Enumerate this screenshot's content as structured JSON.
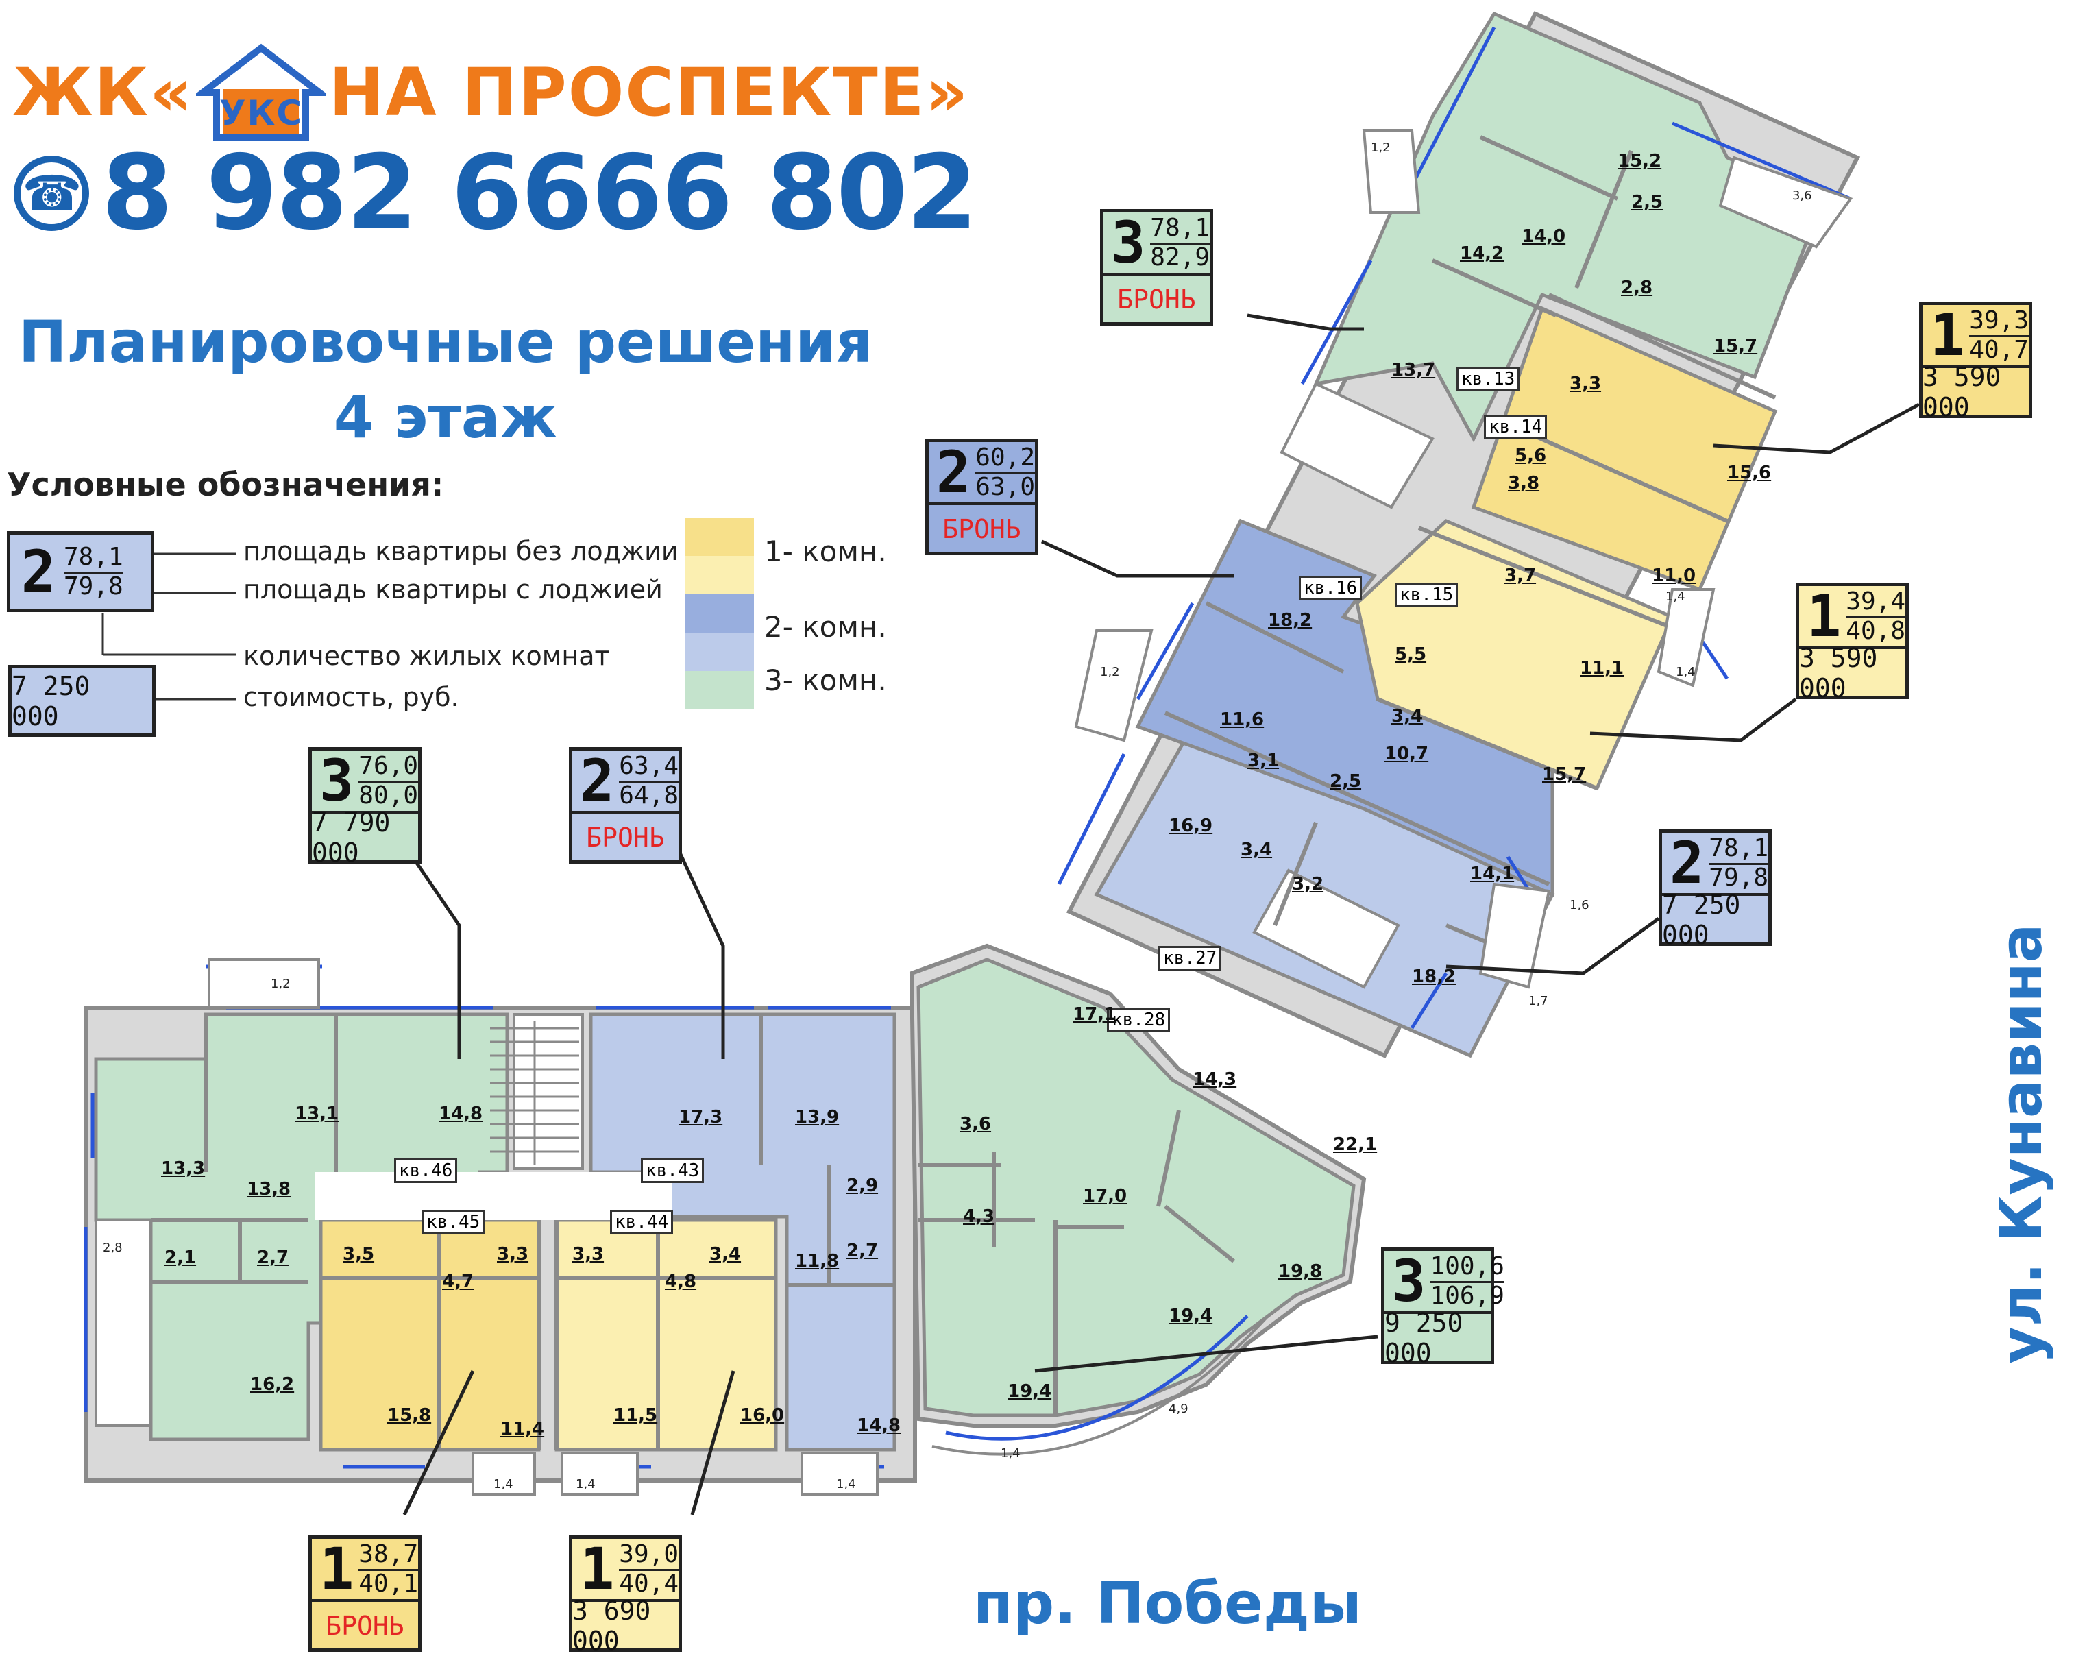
{
  "header": {
    "logo_prefix": "ЖК«",
    "logo_mark": "УКС",
    "logo_name": "НА ПРОСПЕКТЕ»",
    "phone": "8 982 6666 802",
    "title_line1": "Планировочные решения",
    "title_line2": "4 этаж"
  },
  "legend": {
    "title": "Условные обозначения:",
    "sample_rooms": "2",
    "sample_area_no_loggia": "78,1",
    "sample_area_with_loggia": "79,8",
    "sample_price": "7 250 000",
    "desc_area_no_loggia": "площадь квартиры без лоджии",
    "desc_area_with_loggia": "площадь квартиры с лоджией",
    "desc_rooms": "количество жилых комнат",
    "desc_price": "стоимость, руб.",
    "type_1": "1- комн.",
    "type_2": "2- комн.",
    "type_3": "3- комн."
  },
  "colors": {
    "one_room_dark": "#f7e08a",
    "one_room_light": "#fbefb1",
    "two_room_dark": "#98aede",
    "two_room_light": "#bccbea",
    "three_room": "#c4e3cc",
    "wall": "#8a8a8a",
    "window": "#2a55d8",
    "booked": "#e42525",
    "orange": "#ef7a1a",
    "blue": "#2774c2"
  },
  "streets": {
    "vertical": "ул. Кунавина",
    "horizontal": "пр. Победы"
  },
  "cards": [
    {
      "id": "kv46",
      "rooms": "3",
      "area": "76,0",
      "area_loggia": "80,0",
      "status": "7 790 000"
    },
    {
      "id": "kv43",
      "rooms": "2",
      "area": "63,4",
      "area_loggia": "64,8",
      "status": "БРОНЬ"
    },
    {
      "id": "kv45",
      "rooms": "1",
      "area": "38,7",
      "area_loggia": "40,1",
      "status": "БРОНЬ"
    },
    {
      "id": "kv44",
      "rooms": "1",
      "area": "39,0",
      "area_loggia": "40,4",
      "status": "3 690 000"
    },
    {
      "id": "kv28",
      "rooms": "3",
      "area": "100,6",
      "area_loggia": "106,9",
      "status": "9 250 000"
    },
    {
      "id": "kv27",
      "rooms": "2",
      "area": "78,1",
      "area_loggia": "79,8",
      "status": "7 250 000"
    },
    {
      "id": "kv15",
      "rooms": "1",
      "area": "39,4",
      "area_loggia": "40,8",
      "status": "3 590 000"
    },
    {
      "id": "kv14",
      "rooms": "1",
      "area": "39,3",
      "area_loggia": "40,7",
      "status": "3 590 000"
    },
    {
      "id": "kv16",
      "rooms": "2",
      "area": "60,2",
      "area_loggia": "63,0",
      "status": "БРОНЬ"
    },
    {
      "id": "kv13",
      "rooms": "3",
      "area": "78,1",
      "area_loggia": "82,9",
      "status": "БРОНЬ"
    }
  ],
  "units": [
    "кв.46",
    "кв.45",
    "кв.44",
    "кв.43",
    "кв.28",
    "кв.27",
    "кв.16",
    "кв.15",
    "кв.14",
    "кв.13"
  ],
  "rooms": [
    "13,1",
    "14,8",
    "13,3",
    "13,8",
    "2,1",
    "2,7",
    "16,2",
    "3,5",
    "3,3",
    "4,7",
    "15,8",
    "11,4",
    "3,3",
    "4,8",
    "3,4",
    "11,5",
    "16,0",
    "17,3",
    "13,9",
    "2,9",
    "11,8",
    "2,7",
    "14,8",
    "17,1",
    "3,6",
    "4,3",
    "17,0",
    "19,4",
    "19,4",
    "19,8",
    "14,3",
    "22,1",
    "18,2",
    "16,9",
    "3,4",
    "3,2",
    "14,1",
    "11,6",
    "3,1",
    "2,5",
    "10,7",
    "18,2",
    "5,5",
    "3,4",
    "3,7",
    "11,1",
    "15,7",
    "5,6",
    "3,8",
    "3,3",
    "15,6",
    "11,0",
    "15,2",
    "2,5",
    "2,8",
    "14,2",
    "14,0",
    "13,7",
    "15,7"
  ],
  "dims": [
    "1,2",
    "2,8",
    "1,4",
    "1,4",
    "1,4",
    "1,4",
    "4,9",
    "1,7",
    "1,6",
    "1,4",
    "1,4",
    "1,2",
    "1,2",
    "3,6"
  ]
}
